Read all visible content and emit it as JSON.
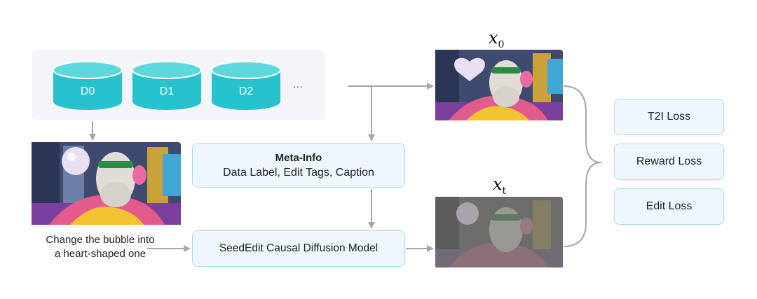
{
  "datasets": [
    "D0",
    "D1",
    "D2"
  ],
  "ellipsis": "...",
  "meta_info": {
    "title": "Meta-Info",
    "subtitle": "Data Label, Edit Tags, Caption"
  },
  "instruction": [
    "Change the bubble into",
    "a heart-shaped one"
  ],
  "model": "SeedEdit Causal Diffusion Model",
  "outputs": {
    "x0_symbol": "x",
    "x0_sub": "0",
    "xt_symbol": "x",
    "xt_sub": "t"
  },
  "losses": [
    "T2I Loss",
    "Reward Loss",
    "Edit Loss"
  ],
  "colors": {
    "cylinder": "#27c3cc",
    "cylinder_top": "#5fd8dd",
    "box_border": "#a9dde9",
    "box_fill": "#eef8fc",
    "arrow": "#a7a7a7"
  }
}
